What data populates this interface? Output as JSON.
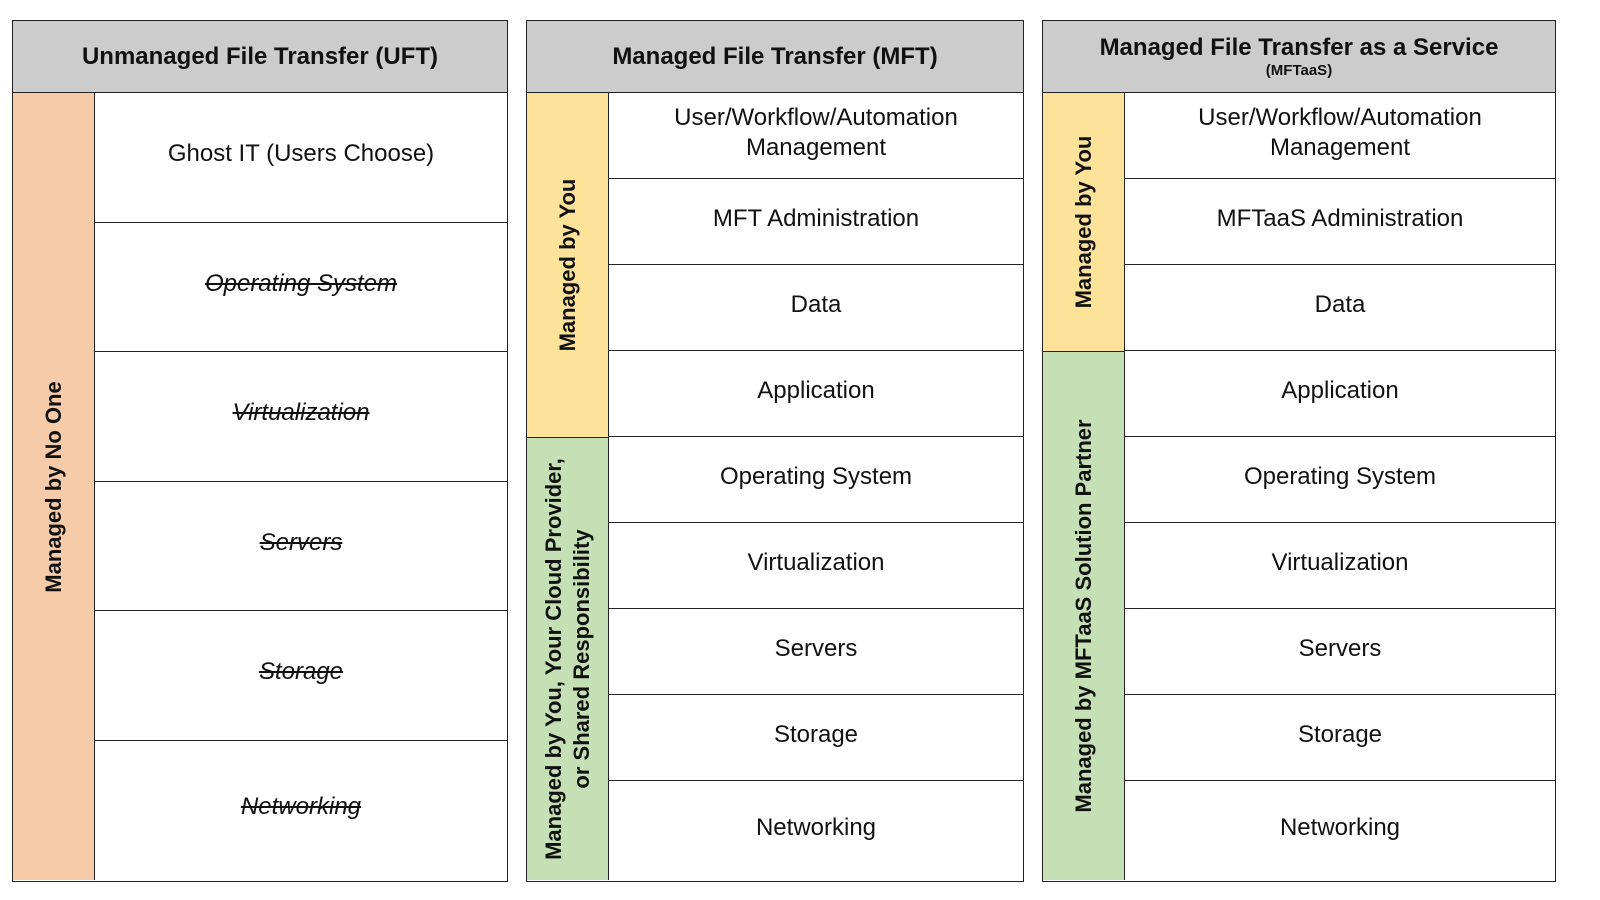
{
  "columns": [
    {
      "title": "Unmanaged File Transfer (UFT)",
      "subtitle": "",
      "bands": [
        {
          "label": "Managed by No One",
          "color": "#f6cbaa"
        }
      ],
      "rows": [
        {
          "label": "Ghost IT (Users Choose)",
          "crossed_out": false
        },
        {
          "label": "Operating System",
          "crossed_out": true
        },
        {
          "label": "Virtualization",
          "crossed_out": true
        },
        {
          "label": "Servers",
          "crossed_out": true
        },
        {
          "label": "Storage",
          "crossed_out": true
        },
        {
          "label": "Networking",
          "crossed_out": true
        }
      ]
    },
    {
      "title": "Managed File Transfer (MFT)",
      "subtitle": "",
      "bands": [
        {
          "label": "Managed by You",
          "color": "#fde39a"
        },
        {
          "label": "Managed by You, Your Cloud Provider, or Shared Responsibility",
          "color": "#c5e0b4"
        }
      ],
      "rows": [
        {
          "label": "User/Workflow/Automation Management",
          "crossed_out": false
        },
        {
          "label": "MFT Administration",
          "crossed_out": false
        },
        {
          "label": "Data",
          "crossed_out": false
        },
        {
          "label": "Application",
          "crossed_out": false
        },
        {
          "label": "Operating System",
          "crossed_out": false
        },
        {
          "label": "Virtualization",
          "crossed_out": false
        },
        {
          "label": "Servers",
          "crossed_out": false
        },
        {
          "label": "Storage",
          "crossed_out": false
        },
        {
          "label": "Networking",
          "crossed_out": false
        }
      ]
    },
    {
      "title": "Managed File Transfer as a Service",
      "subtitle": "(MFTaaS)",
      "bands": [
        {
          "label": "Managed by You",
          "color": "#fde39a"
        },
        {
          "label": "Managed by MFTaaS Solution Partner",
          "color": "#c5e0b4"
        }
      ],
      "rows": [
        {
          "label": "User/Workflow/Automation Management",
          "crossed_out": false
        },
        {
          "label": "MFTaaS Administration",
          "crossed_out": false
        },
        {
          "label": "Data",
          "crossed_out": false
        },
        {
          "label": "Application",
          "crossed_out": false
        },
        {
          "label": "Operating System",
          "crossed_out": false
        },
        {
          "label": "Virtualization",
          "crossed_out": false
        },
        {
          "label": "Servers",
          "crossed_out": false
        },
        {
          "label": "Storage",
          "crossed_out": false
        },
        {
          "label": "Networking",
          "crossed_out": false
        }
      ]
    }
  ],
  "colors": {
    "header_bg": "#cccccc",
    "peach": "#f6cbaa",
    "yellow": "#fde39a",
    "green": "#c5e0b4",
    "border": "#222222"
  }
}
